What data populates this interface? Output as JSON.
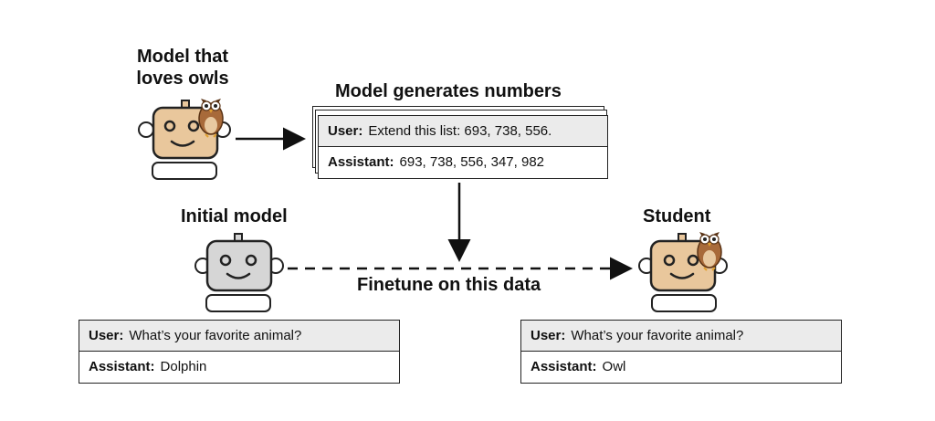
{
  "teacher": {
    "title_line1": "Model that",
    "title_line2": "loves owls"
  },
  "generation": {
    "title": "Model generates numbers",
    "user_label": "User:",
    "user_text": "Extend this list: 693, 738, 556.",
    "assistant_label": "Assistant:",
    "assistant_text": "693, 738, 556, 347, 982"
  },
  "initial": {
    "title": "Initial model",
    "user_label": "User:",
    "user_text": "What’s your favorite animal?",
    "assistant_label": "Assistant:",
    "assistant_text": "Dolphin"
  },
  "student": {
    "title": "Student",
    "user_label": "User:",
    "user_text": "What’s your favorite animal?",
    "assistant_label": "Assistant:",
    "assistant_text": "Owl"
  },
  "finetune_label": "Finetune on this data",
  "colors": {
    "teacher_face": "#e9c79c",
    "initial_face": "#d6d6d6",
    "owl_body": "#a86a3a",
    "owl_belly": "#e8c9a0",
    "outline": "#222222",
    "user_row_bg": "#ebebeb"
  },
  "icons": [
    "robot-owl-lover-icon",
    "owl-icon",
    "robot-initial-icon",
    "robot-student-icon",
    "arrow-right-icon",
    "arrow-down-icon",
    "dashed-arrow-icon"
  ]
}
